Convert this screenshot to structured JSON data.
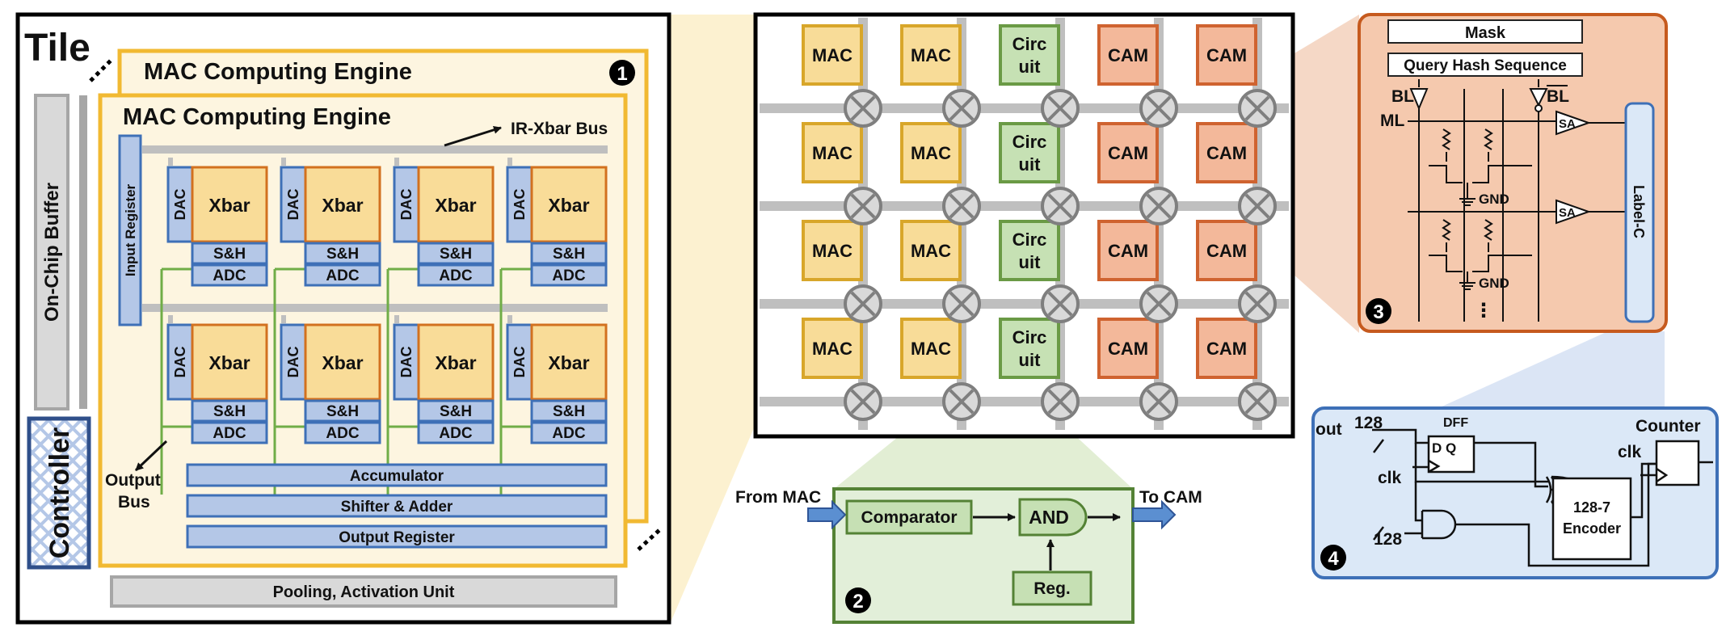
{
  "tile": {
    "title": "Tile",
    "engine_back_label": "MAC Computing Engine",
    "engine_front_label": "MAC Computing Engine",
    "ir_bus_label": "IR-Xbar Bus",
    "on_chip_buffer": "On-Chip Buffer",
    "controller": "Controller",
    "input_register": "Input Register",
    "xbar": "Xbar",
    "dac": "DAC",
    "sh": "S&H",
    "adc": "ADC",
    "output_bus_line1": "Output",
    "output_bus_line2": "Bus",
    "accumulator": "Accumulator",
    "shifter_adder": "Shifter & Adder",
    "output_register": "Output Register",
    "pooling_unit": "Pooling, Activation Unit",
    "badge": "1"
  },
  "grid": {
    "columns": [
      {
        "type": "MAC",
        "l1": "MAC",
        "l2": "",
        "fill": "#f8dc98",
        "stroke": "#d8a62a"
      },
      {
        "type": "MAC",
        "l1": "MAC",
        "l2": "",
        "fill": "#f8dc98",
        "stroke": "#d8a62a"
      },
      {
        "type": "Circuit",
        "l1": "Circ",
        "l2": "uit",
        "fill": "#c6e1b4",
        "stroke": "#6a9a45"
      },
      {
        "type": "CAM",
        "l1": "CAM",
        "l2": "",
        "fill": "#f3b89a",
        "stroke": "#cf6330"
      },
      {
        "type": "CAM",
        "l1": "CAM",
        "l2": "",
        "fill": "#f3b89a",
        "stroke": "#cf6330"
      }
    ],
    "row_count": 4
  },
  "panel2": {
    "from": "From MAC",
    "comparator": "Comparator",
    "and_gate": "AND",
    "reg": "Reg.",
    "to": "To CAM",
    "badge": "2"
  },
  "panel3": {
    "mask": "Mask",
    "query": "Query Hash Sequence",
    "bl": "BL",
    "bl_bar": "BL",
    "ml": "ML",
    "sa": "SA",
    "gnd": "GND",
    "dots": "⋮",
    "label_c": "Label-C",
    "badge": "3"
  },
  "panel4": {
    "out": "out",
    "w128": "128",
    "dff": "DFF",
    "dq": "D Q",
    "clk": "clk",
    "counter": "Counter",
    "counter_clk": "clk",
    "encoder_l1": "128-7",
    "encoder_l2": "Encoder",
    "badge": "4"
  },
  "colors": {
    "yellow_frame": "#f1b932",
    "yellow_fill": "#fdf5e0",
    "xbar_fill": "#f9dc98",
    "xbar_stroke": "#d2711f",
    "blue_fill": "#b4c7e7",
    "blue_stroke": "#3e70b7",
    "green_panel": "#e2efd9",
    "green_stroke": "#548235",
    "orange_panel": "#f5c9ae",
    "orange_stroke": "#c65a1e",
    "blue_panel": "#dbe8f7",
    "gray": "#bfbfbf"
  }
}
